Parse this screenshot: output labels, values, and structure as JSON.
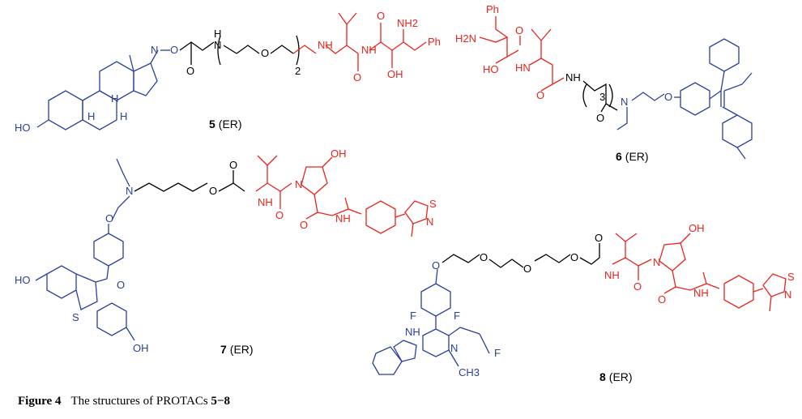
{
  "figure": {
    "caption_label": "Figure 4",
    "caption_text": "The structures of PROTACs ",
    "caption_range": "5−8"
  },
  "compounds": [
    {
      "number": "5",
      "target": "(ER)"
    },
    {
      "number": "6",
      "target": "(ER)"
    },
    {
      "number": "7",
      "target": "(ER)"
    },
    {
      "number": "8",
      "target": "(ER)"
    }
  ],
  "atom_labels": {
    "ho": "HO",
    "oh": "OH",
    "h": "H",
    "n": "N",
    "o": "O",
    "s": "S",
    "f": "F",
    "nh": "NH",
    "hn": "HN",
    "nh2": "NH2",
    "h2n": "H2N",
    "ph": "Ph",
    "ch3": "CH3",
    "peg_repeat": "2",
    "alkyl_repeat": "3"
  },
  "colors": {
    "target_ligand": "#2a3f9e",
    "e3_ligand": "#e8241c",
    "linker": "#000000"
  }
}
